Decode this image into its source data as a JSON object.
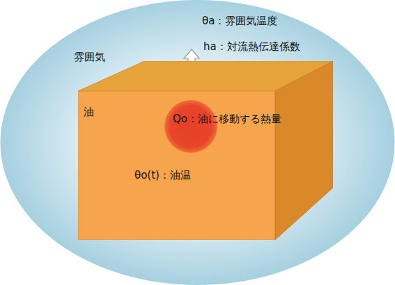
{
  "diagram": {
    "nodes": [
      {
        "text": [
          "雰囲気"
        ]
      },
      {
        "text": [
          "油",
          "Qo：油に移動する熱量",
          "θo(t)：油温"
        ],
        "in": 0
      }
    ],
    "labels": [
      "θa：雰囲気温度",
      "ha：対流熱伝達係数"
    ]
  }
}
